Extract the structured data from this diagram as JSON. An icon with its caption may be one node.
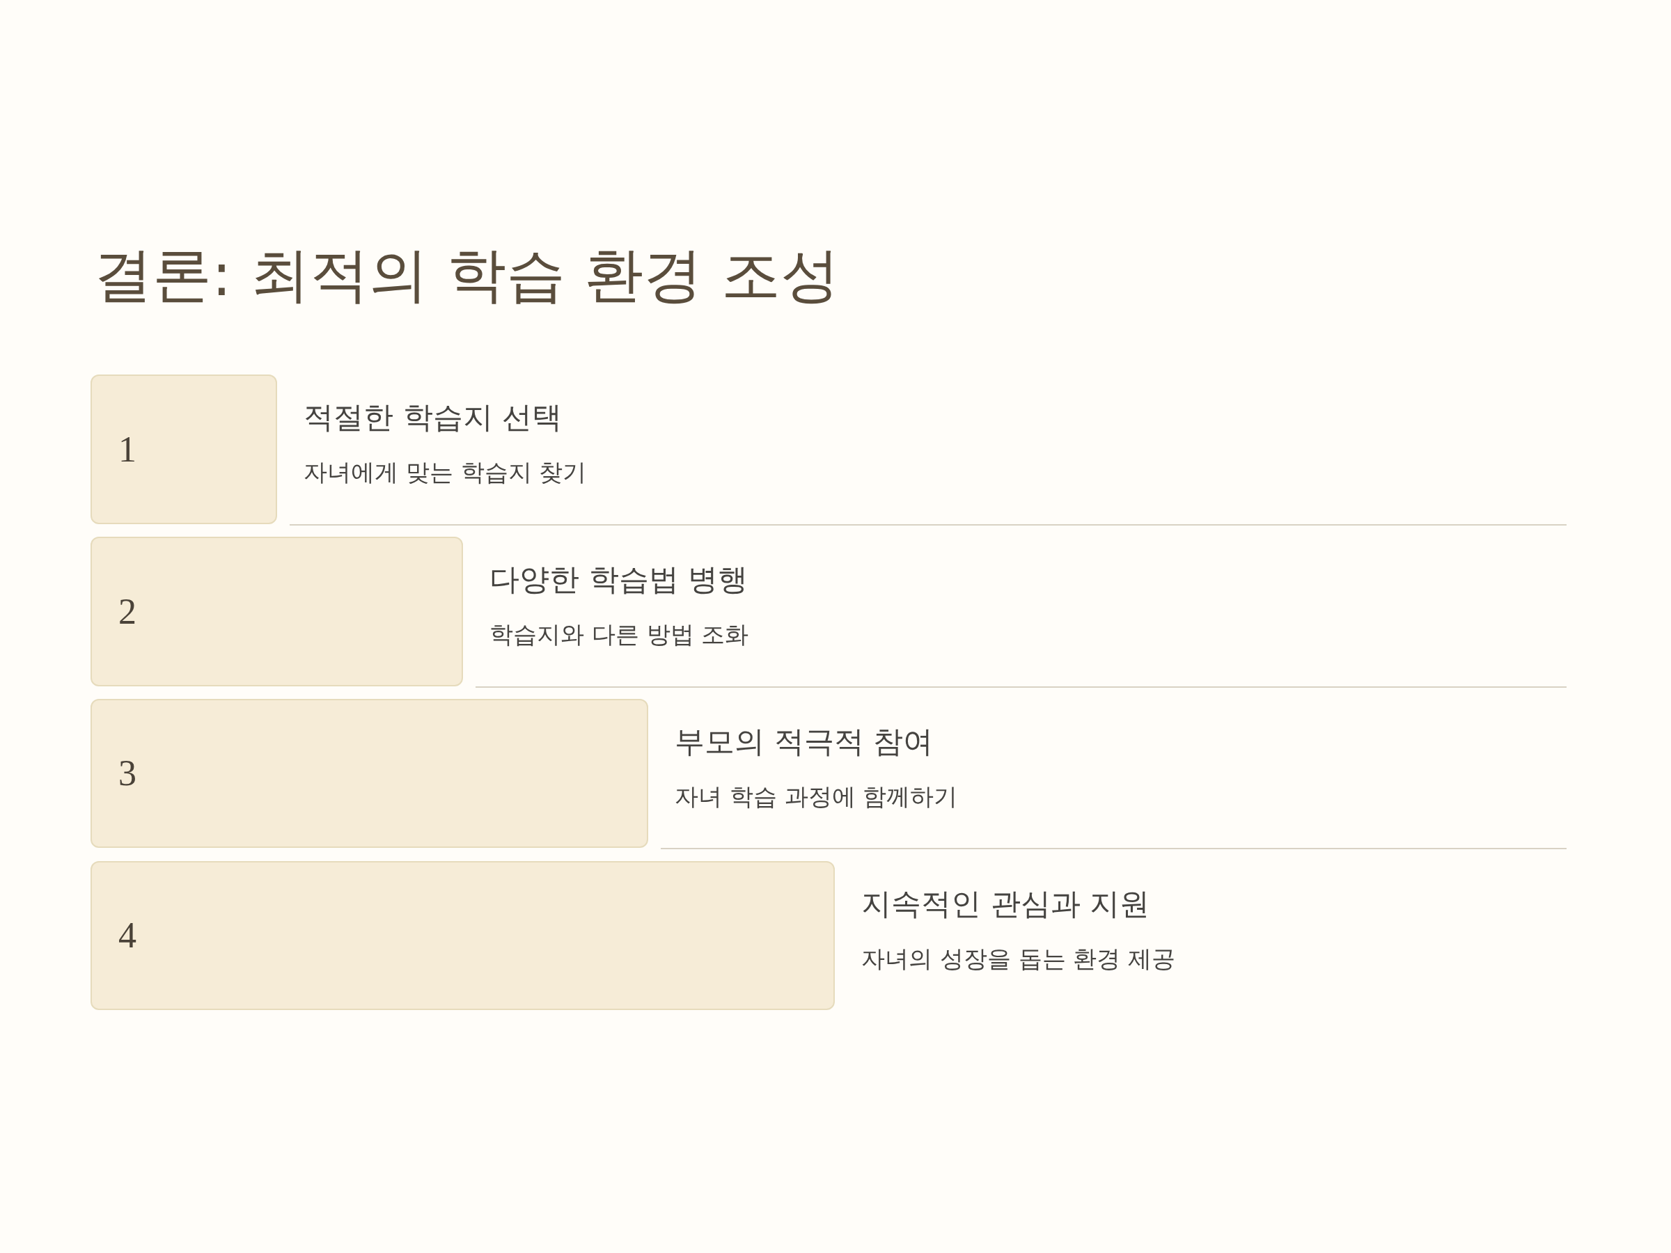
{
  "diagram": {
    "title": "결론: 최적의 학습 환경 조성",
    "nodes": [
      {
        "text": [
          "1"
        ],
        "beside": [
          "적절한 학습지 선택",
          "자녀에게 맞는 학습지 찾기"
        ]
      },
      {
        "text": [
          "2"
        ],
        "beside": [
          "다양한 학습법 병행",
          "학습지와 다른 방법 조화"
        ]
      },
      {
        "text": [
          "3"
        ],
        "beside": [
          "부모의 적극적 참여",
          "자녀 학습 과정에 함께하기"
        ]
      },
      {
        "text": [
          "4"
        ],
        "beside": [
          "지속적인 관심과 지원",
          "자녀의 성장을 돕는 환경 제공"
        ]
      }
    ]
  }
}
